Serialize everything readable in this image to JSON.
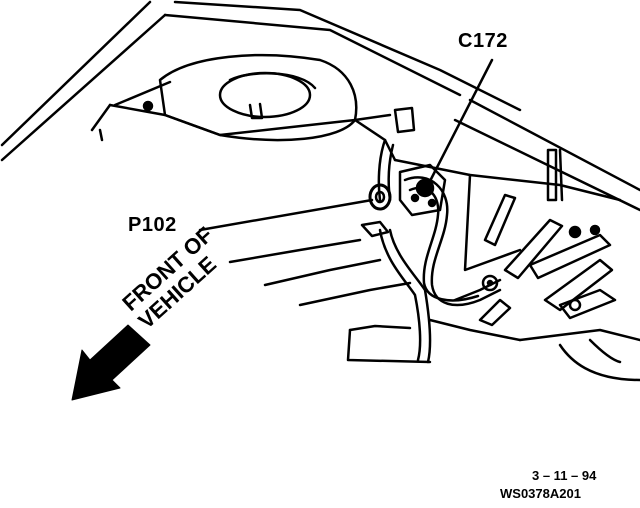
{
  "labels": {
    "connector": "C172",
    "pass_through": "P102",
    "direction_line1": "FRONT OF",
    "direction_line2": "VEHICLE",
    "date": "3 – 11 – 94",
    "reference": "WS0378A201"
  },
  "colors": {
    "ink": "#000000",
    "paper": "#ffffff"
  },
  "icons": [
    "front-direction-arrow-icon",
    "leader-line"
  ]
}
